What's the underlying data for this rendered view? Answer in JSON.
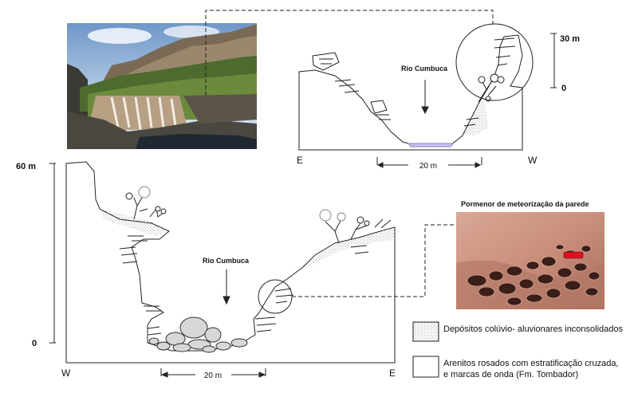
{
  "top_profile": {
    "river_label": "Rio Cumbuca",
    "scale_top": "30 m",
    "scale_bottom": "0",
    "left_dir": "E",
    "right_dir": "W",
    "width_label": "20 m"
  },
  "bottom_profile": {
    "river_label": "Rio Cumbuca",
    "scale_top": "60 m",
    "scale_bottom": "0",
    "left_dir": "W",
    "right_dir": "E",
    "width_label": "20 m"
  },
  "detail": {
    "title": "Pormenor de meteorização da parede"
  },
  "legend": {
    "items": [
      {
        "line1": "Depósitos colúvio- aluvionares inconsolidados",
        "line2": ""
      },
      {
        "line1": "Arenitos rosados com estratificação cruzada,",
        "line2": "e marcas de onda (Fm. Tombador)"
      }
    ]
  },
  "colors": {
    "river": "#c9c3ea",
    "rock": "#d7d7d7",
    "line": "#222222"
  }
}
